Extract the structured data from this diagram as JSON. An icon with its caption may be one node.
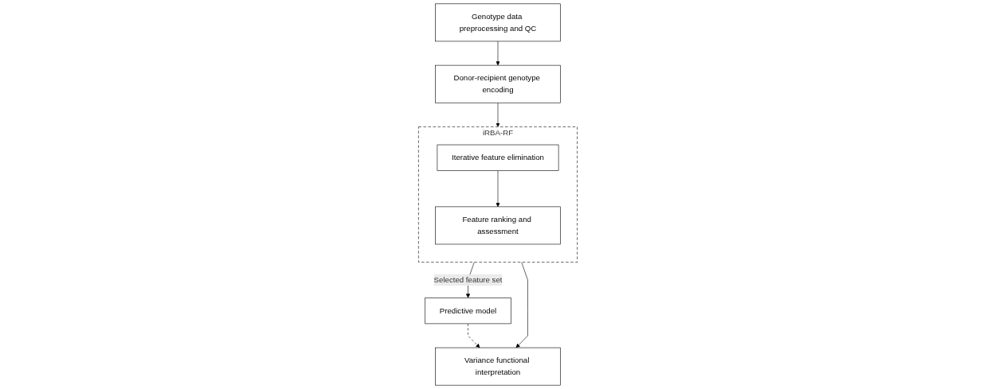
{
  "diagram": {
    "nodes": [
      {
        "text": [
          "Genotype data preprocessing and QC"
        ]
      },
      {
        "text": [
          "Donor-recipient genotype encoding"
        ]
      },
      {
        "text": [
          "iRBA-RF"
        ]
      },
      {
        "text": [
          "Iterative feature elimination"
        ],
        "in": 2
      },
      {
        "text": [
          "Feature ranking and assessment"
        ],
        "in": 2
      },
      {
        "text": [
          "Predictive model"
        ]
      },
      {
        "text": [
          "Variance functional interpretation"
        ]
      }
    ],
    "edges": [
      {
        "from": 0,
        "to": 1,
        "arrow": "to"
      },
      {
        "from": 1,
        "to": 2,
        "arrow": "to"
      },
      {
        "from": 3,
        "to": 4,
        "arrow": "to"
      },
      {
        "from": 2,
        "to": 5,
        "arrow": "to",
        "label": "Selected feature set"
      },
      {
        "from": 2,
        "to": 6,
        "arrow": "to"
      },
      {
        "from": 5,
        "to": 6,
        "arrow": "to",
        "style": "dashed"
      }
    ]
  }
}
